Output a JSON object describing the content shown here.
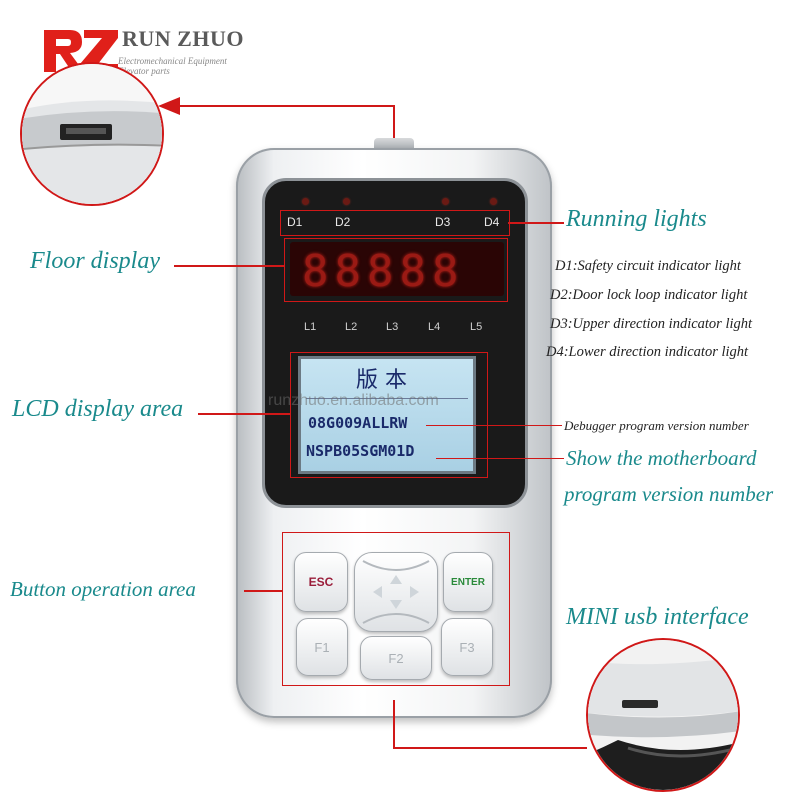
{
  "logo": {
    "mark": "RZ",
    "name": "RUN ZHUO",
    "subtitle_line1": "Electromechanical Equipment",
    "subtitle_line2": "Elevator parts"
  },
  "device": {
    "indicator_labels": [
      "D1",
      "D2",
      "D3",
      "D4"
    ],
    "segment_display": "88888",
    "level_labels": [
      "L1",
      "L2",
      "L3",
      "L4",
      "L5"
    ],
    "lcd": {
      "title": "版 本",
      "line1": "08G009ALLRW",
      "line2": "NSPB05SGM01D"
    },
    "buttons": {
      "esc": "ESC",
      "enter": "ENTER",
      "f1": "F1",
      "f2": "F2",
      "f3": "F3"
    }
  },
  "watermark": "runzhuo.en.alibaba.com",
  "callouts": {
    "running_lights": "Running lights",
    "d1": "D1:Safety circuit indicator light",
    "d2": "D2:Door lock loop indicator light",
    "d3": "D3:Upper direction indicator light",
    "d4": "D4:Lower direction indicator light",
    "floor_display": "Floor display",
    "lcd_area": "LCD display area",
    "debugger_version": "Debugger program version number",
    "motherboard_line1": "Show the motherboard",
    "motherboard_line2": "program version number",
    "button_area": "Button operation area",
    "mini_usb": "MINI usb interface"
  },
  "colors": {
    "accent_red": "#d01818",
    "label_teal": "#1a8a8c"
  }
}
